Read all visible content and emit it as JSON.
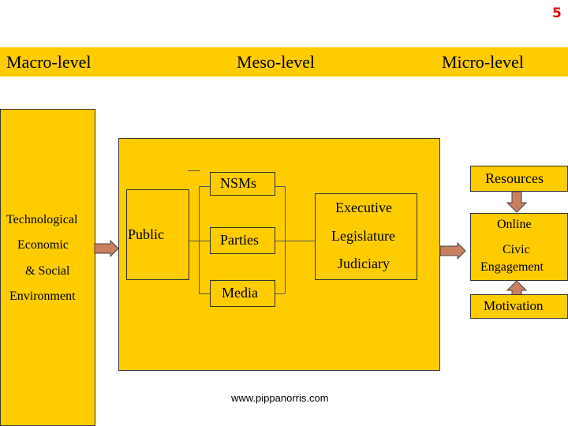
{
  "page_number": "5",
  "header": {
    "macro": "Macro-level",
    "meso": "Meso-level",
    "micro": "Micro-level"
  },
  "macro": {
    "line1": "Technological",
    "line2": "Economic",
    "line3": "& Social",
    "line4": "Environment"
  },
  "meso": {
    "public": "Public",
    "nsms": "NSMs",
    "parties": "Parties",
    "media": "Media",
    "executive": "Executive",
    "legislature": "Legislature",
    "judiciary": "Judiciary"
  },
  "micro": {
    "resources": "Resources",
    "online": "Online",
    "civic_line1": "Civic",
    "civic_line2": "Engagement",
    "motivation": "Motivation"
  },
  "footer_url": "www.pippanorris.com",
  "colors": {
    "band": "#FFCC00",
    "box": "#FFCC00",
    "arrow": "#C98060",
    "page_number": "#E00000"
  }
}
